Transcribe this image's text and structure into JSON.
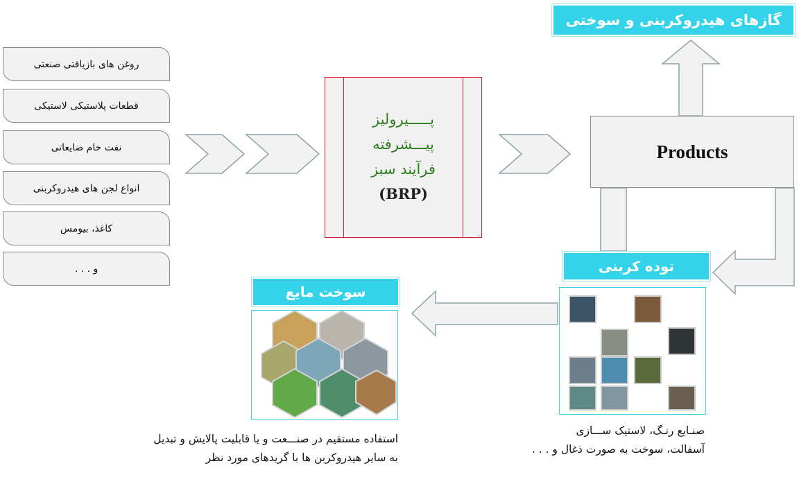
{
  "inputs": [
    {
      "label": "روغن های بازیافتی صنعتی"
    },
    {
      "label": "قطعات پلاستیکی لاستیکی"
    },
    {
      "label": "نفت خام ضایعاتی"
    },
    {
      "label": "انواع لجن های هیدروکربنی"
    },
    {
      "label": "کاغذ، بیومس"
    },
    {
      "label": "و . . ."
    }
  ],
  "process": {
    "lines": [
      "پـــــیرولیز",
      "پیـــشرفته",
      "فرآیند سبز"
    ],
    "acronym": "(BRP)"
  },
  "products": {
    "label": "Products"
  },
  "outputs": {
    "gases": {
      "title": "گازهای هیدروکربنی و سوختی"
    },
    "carbon": {
      "title": "توده کربنی",
      "caption_lines": [
        "صنـایع رنـگ، لاستیک ســـازی",
        "آسفالت، سوخت به صورت ذغال و . . ."
      ]
    },
    "liquid": {
      "title": "سوخت مایع",
      "caption_lines": [
        "استفاده مستقیم در صنـــعت و یا قابلیت پالایش و تبدیل",
        "به سایر هیدروکربن ها با گریدهای مورد نظر"
      ]
    }
  },
  "colors": {
    "accent": "#35d3ea",
    "process_border": "#e01b24",
    "process_text": "#2e7d1f",
    "arrow_fill": "#f2f2f2",
    "arrow_stroke": "#8fa3a6"
  }
}
